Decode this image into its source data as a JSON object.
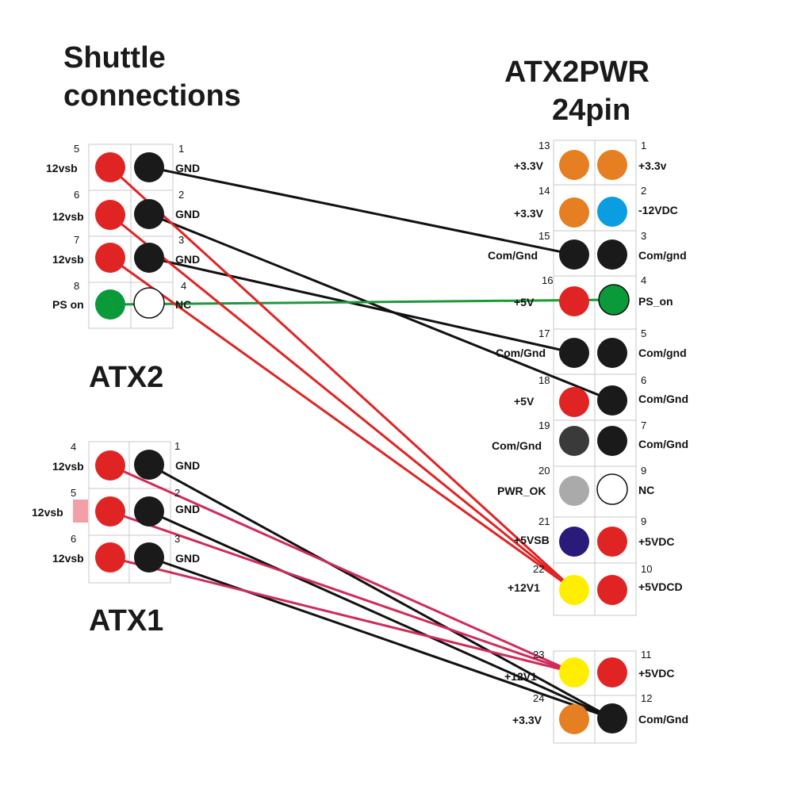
{
  "titles": {
    "shuttle_line1": "Shuttle",
    "shuttle_line2": "connections",
    "atx2pwr_line1": "ATX2PWR",
    "atx2pwr_line2": "24pin",
    "atx2": "ATX2",
    "atx1": "ATX1"
  },
  "colors": {
    "red": "#e02424",
    "black": "#1a1a1a",
    "dark_gray": "#3a3a3a",
    "green": "#0a9a3a",
    "orange": "#e67e22",
    "blue": "#0a9ee0",
    "gray": "#aaaaaa",
    "navy": "#2a1a7a",
    "yellow": "#ffee00",
    "white": "#ffffff",
    "wire_black": "#111111",
    "wire_red": "#e02424",
    "wire_pink": "#d12b5a",
    "wire_green": "#1a9a3a"
  },
  "atx2": {
    "pins": [
      {
        "id": "a2-5",
        "num": "5",
        "label": "12vsb",
        "color": "red"
      },
      {
        "id": "a2-1",
        "num": "1",
        "label": "GND",
        "color": "black"
      },
      {
        "id": "a2-6",
        "num": "6",
        "label": "12vsb",
        "color": "red"
      },
      {
        "id": "a2-2",
        "num": "2",
        "label": "GND",
        "color": "black"
      },
      {
        "id": "a2-7",
        "num": "7",
        "label": "12vsb",
        "color": "red"
      },
      {
        "id": "a2-3",
        "num": "3",
        "label": "GND",
        "color": "black"
      },
      {
        "id": "a2-8",
        "num": "8",
        "label": "PS on",
        "color": "green"
      },
      {
        "id": "a2-4",
        "num": "4",
        "label": "NC",
        "color": "white"
      }
    ]
  },
  "atx1": {
    "pins": [
      {
        "id": "a1-4",
        "num": "4",
        "label": "12vsb",
        "color": "red"
      },
      {
        "id": "a1-1",
        "num": "1",
        "label": "GND",
        "color": "black"
      },
      {
        "id": "a1-5",
        "num": "5",
        "label": "12vsb",
        "color": "red"
      },
      {
        "id": "a1-2",
        "num": "2",
        "label": "GND",
        "color": "black"
      },
      {
        "id": "a1-6",
        "num": "6",
        "label": "12vsb",
        "color": "red"
      },
      {
        "id": "a1-3",
        "num": "3",
        "label": "GND",
        "color": "black"
      }
    ]
  },
  "atx24": {
    "pins": [
      {
        "id": "p13",
        "num": "13",
        "label": "+3.3V",
        "color": "orange"
      },
      {
        "id": "p1",
        "num": "1",
        "label": "+3.3v",
        "color": "orange"
      },
      {
        "id": "p14",
        "num": "14",
        "label": "+3.3V",
        "color": "orange"
      },
      {
        "id": "p2",
        "num": "2",
        "label": "-12VDC",
        "color": "blue"
      },
      {
        "id": "p15",
        "num": "15",
        "label": "Com/Gnd",
        "color": "black"
      },
      {
        "id": "p3",
        "num": "3",
        "label": "Com/gnd",
        "color": "black"
      },
      {
        "id": "p16",
        "num": "16",
        "label": "+5V",
        "color": "red"
      },
      {
        "id": "p4",
        "num": "4",
        "label": "PS_on",
        "color": "green"
      },
      {
        "id": "p17",
        "num": "17",
        "label": "Com/Gnd",
        "color": "black"
      },
      {
        "id": "p5",
        "num": "5",
        "label": "Com/gnd",
        "color": "black"
      },
      {
        "id": "p18",
        "num": "18",
        "label": "+5V",
        "color": "red"
      },
      {
        "id": "p6",
        "num": "6",
        "label": "Com/Gnd",
        "color": "black"
      },
      {
        "id": "p19",
        "num": "19",
        "label": "Com/Gnd",
        "color": "dark_gray"
      },
      {
        "id": "p7",
        "num": "7",
        "label": "Com/Gnd",
        "color": "black"
      },
      {
        "id": "p20",
        "num": "20",
        "label": "PWR_OK",
        "color": "gray"
      },
      {
        "id": "p9a",
        "num": "9",
        "label": "NC",
        "color": "white"
      },
      {
        "id": "p21",
        "num": "21",
        "label": "+5VSB",
        "color": "navy"
      },
      {
        "id": "p9b",
        "num": "9",
        "label": "+5VDC",
        "color": "red"
      },
      {
        "id": "p22",
        "num": "22",
        "label": "+12V1",
        "color": "yellow"
      },
      {
        "id": "p10",
        "num": "10",
        "label": "+5VDCD",
        "color": "red"
      },
      {
        "id": "p23",
        "num": "23",
        "label": "+12V1",
        "color": "yellow"
      },
      {
        "id": "p11",
        "num": "11",
        "label": "+5VDC",
        "color": "red"
      },
      {
        "id": "p24",
        "num": "24",
        "label": "+3.3V",
        "color": "orange"
      },
      {
        "id": "p12",
        "num": "12",
        "label": "Com/Gnd",
        "color": "black"
      }
    ]
  },
  "wires": [
    {
      "from": "a2-1",
      "to": "p15",
      "color": "wire_black"
    },
    {
      "from": "a2-2",
      "to": "p6",
      "color": "wire_black"
    },
    {
      "from": "a2-3",
      "to": "p17",
      "color": "wire_black"
    },
    {
      "from": "a2-8",
      "to": "p4",
      "color": "wire_green"
    },
    {
      "from": "a2-5",
      "to": "p22",
      "color": "wire_red"
    },
    {
      "from": "a2-6",
      "to": "p22",
      "color": "wire_red"
    },
    {
      "from": "a2-7",
      "to": "p22",
      "color": "wire_red"
    },
    {
      "from": "a1-1",
      "to": "p12",
      "color": "wire_black"
    },
    {
      "from": "a1-2",
      "to": "p12",
      "color": "wire_black"
    },
    {
      "from": "a1-3",
      "to": "p12",
      "color": "wire_black"
    },
    {
      "from": "a1-4",
      "to": "p23",
      "color": "wire_pink"
    },
    {
      "from": "a1-5",
      "to": "p23",
      "color": "wire_pink"
    },
    {
      "from": "a1-6",
      "to": "p23",
      "color": "wire_pink"
    }
  ]
}
